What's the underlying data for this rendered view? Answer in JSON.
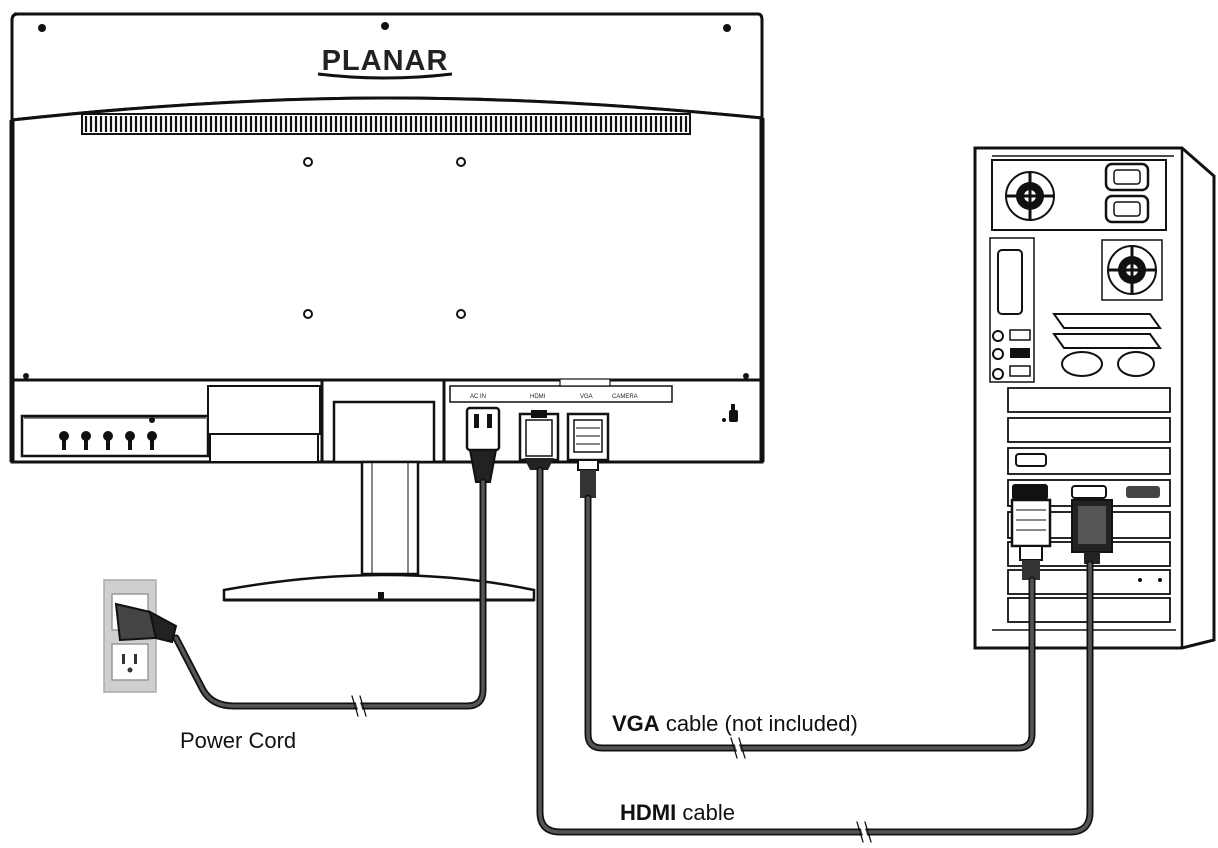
{
  "monitor": {
    "brand": "PLANAR"
  },
  "ports": {
    "ac_in": "AC IN",
    "hdmi": "HDMI",
    "vga": "VGA",
    "camera": "CAMERA"
  },
  "labels": {
    "power_cord": "Power Cord",
    "vga_bold": "VGA",
    "vga_rest": "cable (not included)",
    "hdmi_bold": "HDMI",
    "hdmi_rest": "cable"
  },
  "colors": {
    "line": "#111111",
    "cable": "#555555",
    "panel": "#ffffff",
    "wall_plate": "#cfcfcf"
  }
}
